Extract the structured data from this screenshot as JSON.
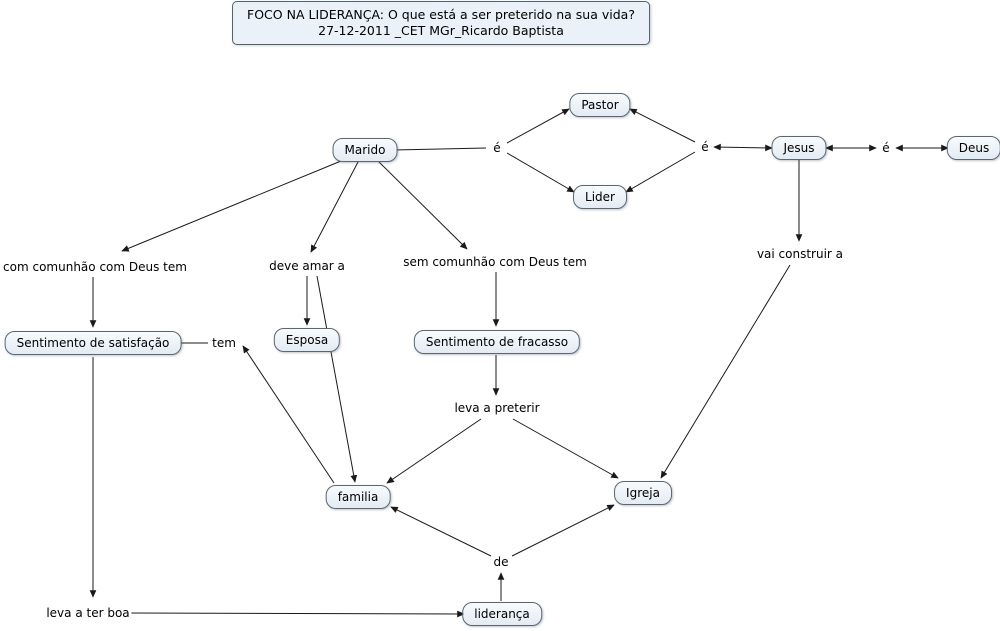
{
  "title": {
    "line1": "FOCO NA LIDERANÇA: O que está a ser preterido na sua vida?",
    "line2": "27-12-2011 _CET MGr_Ricardo Baptista"
  },
  "nodes": {
    "pastor": "Pastor",
    "marido": "Marido",
    "lider": "Lider",
    "jesus": "Jesus",
    "deus": "Deus",
    "sentimento_satisfacao": "Sentimento de satisfação",
    "esposa": "Esposa",
    "sentimento_fracasso": "Sentimento de fracasso",
    "familia": "familia",
    "igreja": "Igreja",
    "lideranca": "liderança"
  },
  "link_labels": {
    "e1": "é",
    "e2": "é",
    "e3": "é",
    "com_comunhao": "com comunhão com Deus tem",
    "deve_amar": "deve amar a",
    "sem_comunhao": "sem comunhão com Deus tem",
    "vai_construir": "vai construir a",
    "tem": "tem",
    "leva_preterir": "leva a preterir",
    "de": "de",
    "leva_boa": "leva a ter boa"
  },
  "edges": [
    {
      "from": "Marido",
      "label": "é",
      "to": "Pastor"
    },
    {
      "from": "Marido",
      "label": "é",
      "to": "Lider"
    },
    {
      "from": "Jesus",
      "label": "é",
      "to": "Pastor"
    },
    {
      "from": "Jesus",
      "label": "é",
      "to": "Lider"
    },
    {
      "from": "Jesus",
      "label": "é",
      "to": "Deus",
      "bidirectional": true
    },
    {
      "from": "Marido",
      "label": "com comunhão com Deus tem",
      "to": "Sentimento de satisfação"
    },
    {
      "from": "Marido",
      "label": "deve amar a",
      "to": "Esposa"
    },
    {
      "from": "Marido",
      "label": "deve amar a",
      "to": "familia"
    },
    {
      "from": "Marido",
      "label": "sem comunhão com Deus tem",
      "to": "Sentimento de fracasso"
    },
    {
      "from": "Jesus",
      "label": "vai construir a",
      "to": "Igreja"
    },
    {
      "from": "Sentimento de fracasso",
      "label": "leva a preterir",
      "to": "familia"
    },
    {
      "from": "Sentimento de fracasso",
      "label": "leva a preterir",
      "to": "Igreja"
    },
    {
      "from": "familia",
      "label": "tem",
      "to": "Sentimento de satisfação"
    },
    {
      "from": "Sentimento de satisfação",
      "label": "leva a ter boa",
      "to": "liderança"
    },
    {
      "from": "liderança",
      "label": "de",
      "to": "familia"
    },
    {
      "from": "liderança",
      "label": "de",
      "to": "Igreja"
    }
  ],
  "colors": {
    "line": "#1a1a1a",
    "node_border": "#5a6673",
    "node_bg": "#e9f0f7"
  }
}
